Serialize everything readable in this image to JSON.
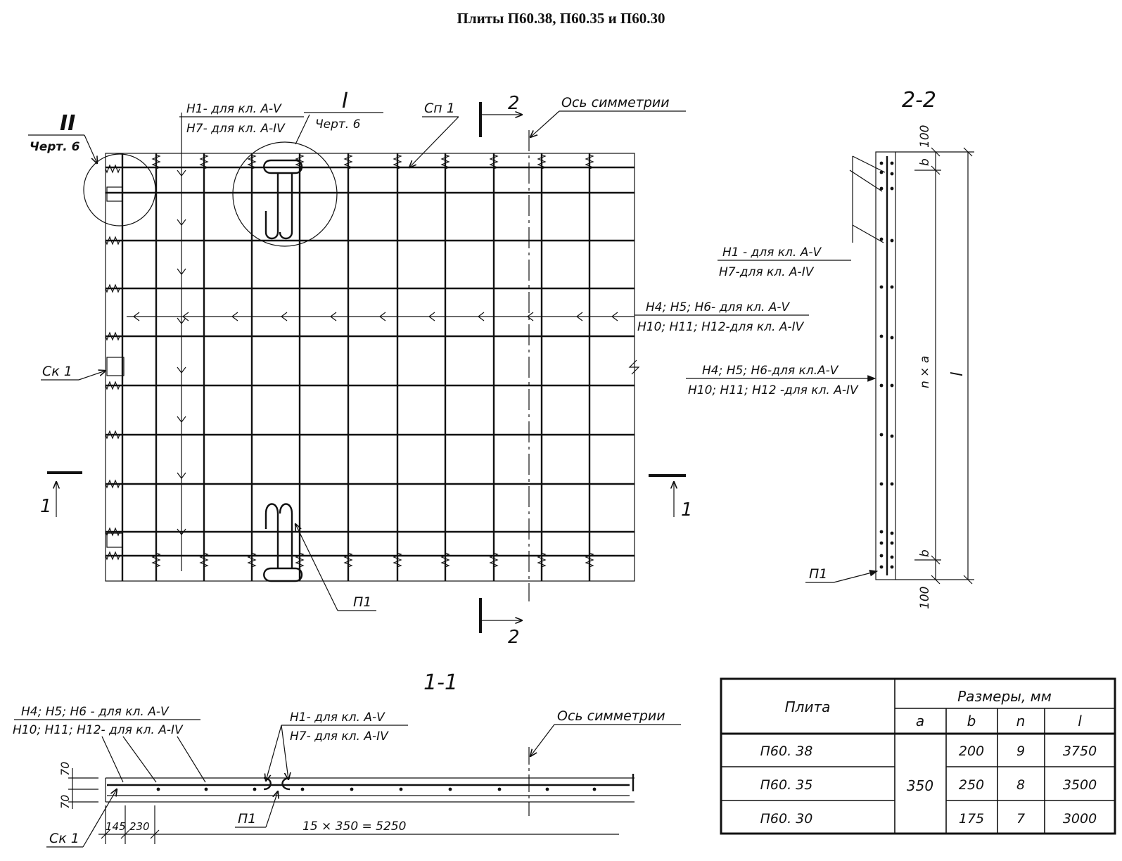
{
  "title": "Плиты П60.38, П60.35 и П60.30",
  "plan": {
    "label_II": "II",
    "label_II_ref": "Черт. 6",
    "label_I": "I",
    "label_I_ref": "Черт. 6",
    "label_H1": "Н1- для кл. А-V",
    "label_H7": "Н7- для кл. А-IV",
    "label_Sp1": "Сп 1",
    "label_axis": "Ось симметрии",
    "label_section2_top": "2",
    "label_section2_bottom": "2",
    "label_section1_left": "1",
    "label_section1_right": "1",
    "label_Sk1": "Ск 1",
    "label_H4": "Н4; Н5; Н6- для кл. А-V",
    "label_H10": "Н10; Н11; Н12-для кл. А-IV",
    "label_P1": "П1"
  },
  "section22": {
    "title": "2-2",
    "dim_100_top": "100",
    "dim_b_top": "b",
    "dim_nxa": "n × a",
    "dim_l": "l",
    "dim_b_bottom": "b",
    "dim_100_bottom": "100",
    "label_H1": "Н1 - для кл. А-V",
    "label_H7": "Н7-для кл. А-IV",
    "label_H4": "Н4; Н5; Н6-для кл.А-V",
    "label_H10": "Н10; Н11; Н12 -для кл. А-IV",
    "label_P1": "П1"
  },
  "section11": {
    "title": "1-1",
    "label_H4": "Н4; Н5; Н6 - для кл. А-V",
    "label_H10": "Н10; Н11; Н12- для кл. А-IV",
    "label_H1": "Н1- для  кл. А-V",
    "label_H7": "Н7- для  кл. А-IV",
    "label_axis": "Ось симметрии",
    "dim_70_top": "70",
    "dim_70_bottom": "70",
    "label_P1": "П1",
    "label_Sk1": "Ск 1",
    "dim_145": "145",
    "dim_230": "230",
    "dim_total": "15 × 350 = 5250"
  },
  "table": {
    "col_plate": "Плита",
    "col_sizes": "Размеры, мм",
    "sub_headers": [
      "a",
      "b",
      "n",
      "l"
    ],
    "a_shared": "350",
    "rows": [
      {
        "plate": "П60. 38",
        "b": "200",
        "n": "9",
        "l": "3750"
      },
      {
        "plate": "П60. 35",
        "b": "250",
        "n": "8",
        "l": "3500"
      },
      {
        "plate": "П60. 30",
        "b": "175",
        "n": "7",
        "l": "3000"
      }
    ]
  }
}
